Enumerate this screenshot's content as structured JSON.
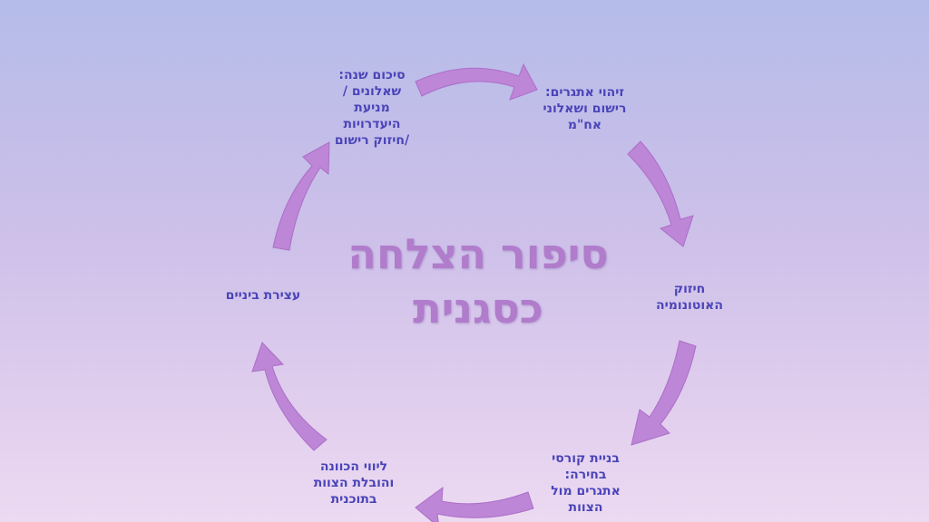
{
  "title_lines": [
    "סיפור הצלחה",
    "כסגנית"
  ],
  "nodes": [
    {
      "id": "identify",
      "lines": [
        "זיהוי אתגרים:",
        "רישום ושאלוני",
        "אח\"מ"
      ]
    },
    {
      "id": "autonomy",
      "lines": [
        "חיזוק",
        "האוטונומיה"
      ]
    },
    {
      "id": "courses",
      "lines": [
        "בניית קורסי",
        "בחירה:",
        "אתגרים מול",
        "הצוות"
      ]
    },
    {
      "id": "guidance",
      "lines": [
        "ליווי הכוונה",
        "והובלת הצוות",
        "בתוכנית"
      ]
    },
    {
      "id": "midpoint",
      "lines": [
        "עצירת ביניים"
      ]
    },
    {
      "id": "summary",
      "lines": [
        "סיכום שנה:",
        "שאלונים /",
        "מניעת",
        "היעדרויות",
        "/חיזוק רישום"
      ]
    }
  ],
  "colors": {
    "arrow": "#bd86d6",
    "text": "#4a44b8",
    "title": "#b07ccb"
  }
}
